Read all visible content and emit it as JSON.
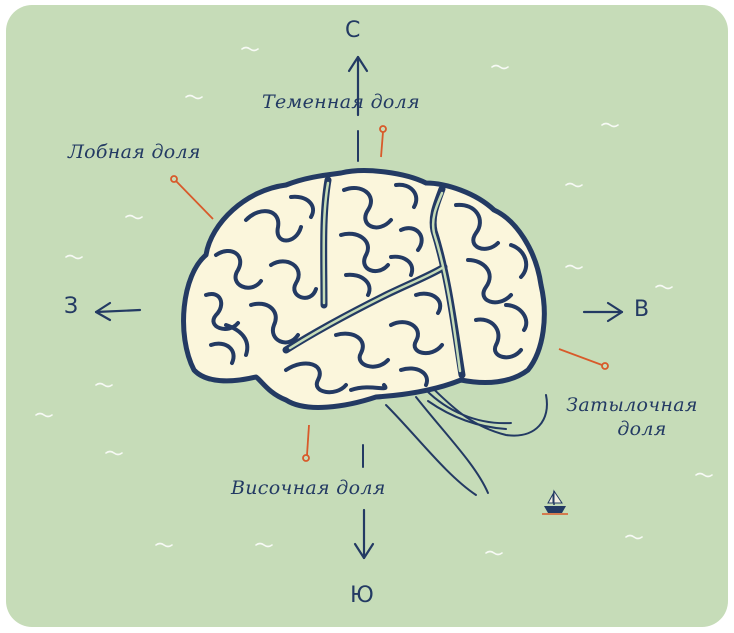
{
  "directions": {
    "north": "С",
    "south": "Ю",
    "west": "З",
    "east": "В"
  },
  "lobes": {
    "parietal": "Теменная доля",
    "frontal": "Лобная доля",
    "temporal": "Височная доля",
    "occipital_line1": "Затылочная",
    "occipital_line2": "доля"
  },
  "colors": {
    "background": "#c6dcb8",
    "ink": "#233a63",
    "brain_fill": "#fbf6dc",
    "pointer": "#d85a2a",
    "speckle": "#ffffff"
  },
  "icons": [
    "north-arrow-icon",
    "south-arrow-icon",
    "west-arrow-icon",
    "east-arrow-icon",
    "boat-icon",
    "brain-illustration"
  ]
}
